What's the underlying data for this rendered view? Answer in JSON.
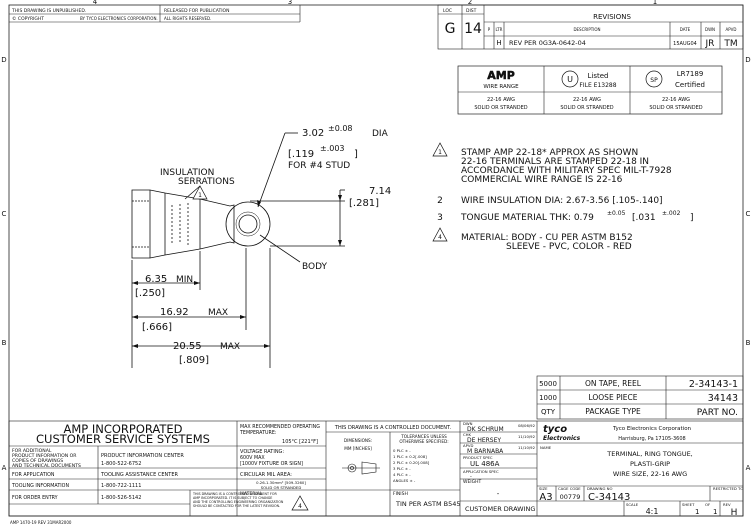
{
  "zone_numbers_top": [
    "4",
    "3",
    "2",
    "1"
  ],
  "zone_letters": [
    "D",
    "C",
    "B",
    "A"
  ],
  "header": {
    "unpublished": "THIS DRAWING IS UNPUBLISHED.",
    "copyright": "© COPYRIGHT",
    "copyright_by": "BY TYCO ELECTRONICS CORPORATION.",
    "released": "RELEASED FOR PUBLICATION",
    "rights": "ALL RIGHTS RESERVED."
  },
  "revisions": {
    "loc_label": "LOC",
    "dist_label": "DIST",
    "loc": "G",
    "dist": "14",
    "title": "REVISIONS",
    "p_label": "P",
    "ltr_label": "LTR",
    "desc_label": "DESCRIPTION",
    "date_label": "DATE",
    "dwn_label": "DWN",
    "apvd_label": "APVD",
    "row": {
      "ltr": "H",
      "desc": "REV PER 0G3A-0642-04",
      "date": "15AUG04",
      "dwn": "JR",
      "apvd": "TM"
    }
  },
  "cert_table": {
    "amp_logo": "AMP",
    "wire_range": "WIRE RANGE",
    "ul_listed": "Listed",
    "ul_file": "FILE E13288",
    "csa_num": "LR7189",
    "csa_cert": "Certified",
    "c1_awg": "22-16 AWG",
    "c1_type": "SOLID OR STRANDED",
    "c2_awg": "22-16 AWG",
    "c2_type": "SOLID OR STRANDED",
    "c3_awg": "22-16 AWG",
    "c3_type": "SOLID OR STRANDED"
  },
  "notes": {
    "n1_marker": "1",
    "n1_lines": [
      "STAMP AMP 22-18* APPROX AS SHOWN",
      "22-16 TERMINALS ARE STAMPED 22-18 IN",
      "ACCORDANCE WITH MILITARY SPEC MIL-T-7928",
      "COMMERCIAL WIRE RANGE IS 22-16"
    ],
    "n2_num": "2",
    "n2": "WIRE INSULATION DIA: 2.67-3.56 [.105-.140]",
    "n3_num": "3",
    "n3_text": "TONGUE MATERIAL THK: 0.79",
    "n3_tol": "±0.05",
    "n3_inch": "[.031",
    "n3_inch_tol": "±.002",
    "n3_close": "]",
    "n4_marker": "4",
    "n4_line1": "MATERIAL: BODY - CU PER ASTM B152",
    "n4_line2": "SLEEVE - PVC, COLOR - RED"
  },
  "drawing": {
    "dia_value": "3.02",
    "dia_tol": "±0.08",
    "dia_label": "DIA",
    "dia_inch": "[.119",
    "dia_inch_tol": "±.003",
    "dia_close": "]",
    "stud": "FOR #4 STUD",
    "insulation": "INSULATION",
    "serrations": "SERRATIONS",
    "marker_1": "1",
    "height_mm": "7.14",
    "height_in": "[.281]",
    "body": "BODY",
    "dim1_mm": "6.35",
    "dim1_qual": "MIN",
    "dim1_in": "[.250]",
    "dim2_mm": "16.92",
    "dim2_qual": "MAX",
    "dim2_in": "[.666]",
    "dim3_mm": "20.55",
    "dim3_qual": "MAX",
    "dim3_in": "[.809]"
  },
  "packaging": {
    "rows": [
      {
        "qty": "5000",
        "pkg": "ON TAPE, REEL",
        "part": "2-34143-1"
      },
      {
        "qty": "1000",
        "pkg": "LOOSE PIECE",
        "part": "34143"
      },
      {
        "qty": "QTY",
        "pkg": "PACKAGE TYPE",
        "part": "PART NO."
      }
    ]
  },
  "title_block": {
    "company": "AMP INCORPORATED",
    "service": "CUSTOMER SERVICE SYSTEMS",
    "contacts": [
      {
        "label": [
          "FOR ADDITIONAL",
          "PRODUCT INFORMATION OR",
          "COPIES OF DRAWINGS",
          "AND TECHNICAL DOCUMENTS"
        ],
        "center": "PRODUCT INFORMATION CENTER",
        "phone": "1-800-522-6752"
      },
      {
        "label": [
          "FOR APPLICATION"
        ],
        "center": "TOOLING ASSISTANCE CENTER",
        "phone": ""
      },
      {
        "label": [
          "TOOLING INFORMATION"
        ],
        "center": "1-800-722-1111",
        "phone": ""
      },
      {
        "label": [
          "FOR ORDER ENTRY"
        ],
        "center": "1-800-526-5142",
        "phone": ""
      }
    ],
    "controlled_fine": [
      "THIS DRAWING IS A CONTROLLED DOCUMENT FOR",
      "AMP INCORPORATED. IT IS SUBJECT TO CHANGE",
      "AND THE CONTROLLING ENGINEERING ORGANIZATION",
      "SHOULD BE CONTACTED FOR THE LATEST REVISION."
    ],
    "temp_label": [
      "MAX RECOMMENDED OPERATING",
      "TEMPERATURE:"
    ],
    "temp_value": "105°C [221°F]",
    "voltage": [
      "VOLTAGE RATING:",
      "600V MAX",
      "[1000V FIXTURE OR SIGN]"
    ],
    "cmil_label": "CIRCULAR MIL AREA:",
    "cmil_value": [
      "0.26-1.30mm² [509-3260]",
      "SOLID OR STRANDED"
    ],
    "controlled_doc": "THIS DRAWING IS A CONTROLLED DOCUMENT.",
    "dimensions": [
      "DIMENSIONS:",
      "MM [INCHES]"
    ],
    "tolerances": [
      "TOLERANCES UNLESS",
      "OTHERWISE SPECIFIED:"
    ],
    "tol_lines": [
      "0 PLC  ± -",
      "1 PLC  ± 0.2[.008]",
      "2 PLC  ± 0.20[.008]",
      "3 PLC  ± -",
      "4 PLC  ± -",
      "ANGLES  ± -"
    ],
    "material_label": "MATERIAL",
    "material_marker": "4",
    "finish_label": "FINISH",
    "finish_value": "TIN PER ASTM B545",
    "weight_label": "WEIGHT",
    "weight_value": "-",
    "dwn_label": "DWN",
    "dwn_name": "DK SCHRUM",
    "dwn_date": "08/06/92",
    "chk_label": "CHK",
    "chk_name": "DE HERSEY",
    "chk_date": "11/10/92",
    "apvd_label": "APVD",
    "apvd_name": "M BARNABA",
    "apvd_date": "11/10/92",
    "prod_spec_label": "PRODUCT SPEC",
    "prod_spec": "UL 486A",
    "app_spec_label": "APPLICATION SPEC",
    "app_spec": "-",
    "tyco_logo": "tyco",
    "tyco_sub": "Electronics",
    "company2": "Tyco Electronics Corporation",
    "address": "Harrisburg, Pa 17105-3608",
    "name_label": "NAME",
    "name_lines": [
      "TERMINAL, RING TONGUE,",
      "PLASTI-GRIP",
      "WIRE SIZE, 22-16 AWG"
    ],
    "size_label": "SIZE",
    "size": "A3",
    "cage_label": "CAGE CODE",
    "cage": "00779",
    "dwg_label": "DRAWING NO",
    "dwg_no": "C-34143",
    "restricted": "RESTRICTED TO",
    "customer_drawing": "CUSTOMER DRAWING",
    "scale_label": "SCALE",
    "scale": "4:1",
    "sheet_label": "SHEET",
    "sheet_num": "1",
    "of_label": "OF",
    "sheet_total": "1",
    "rev_label": "REV",
    "rev": "H",
    "footer": "AMP 1470-19 REV 31MAR2000"
  }
}
